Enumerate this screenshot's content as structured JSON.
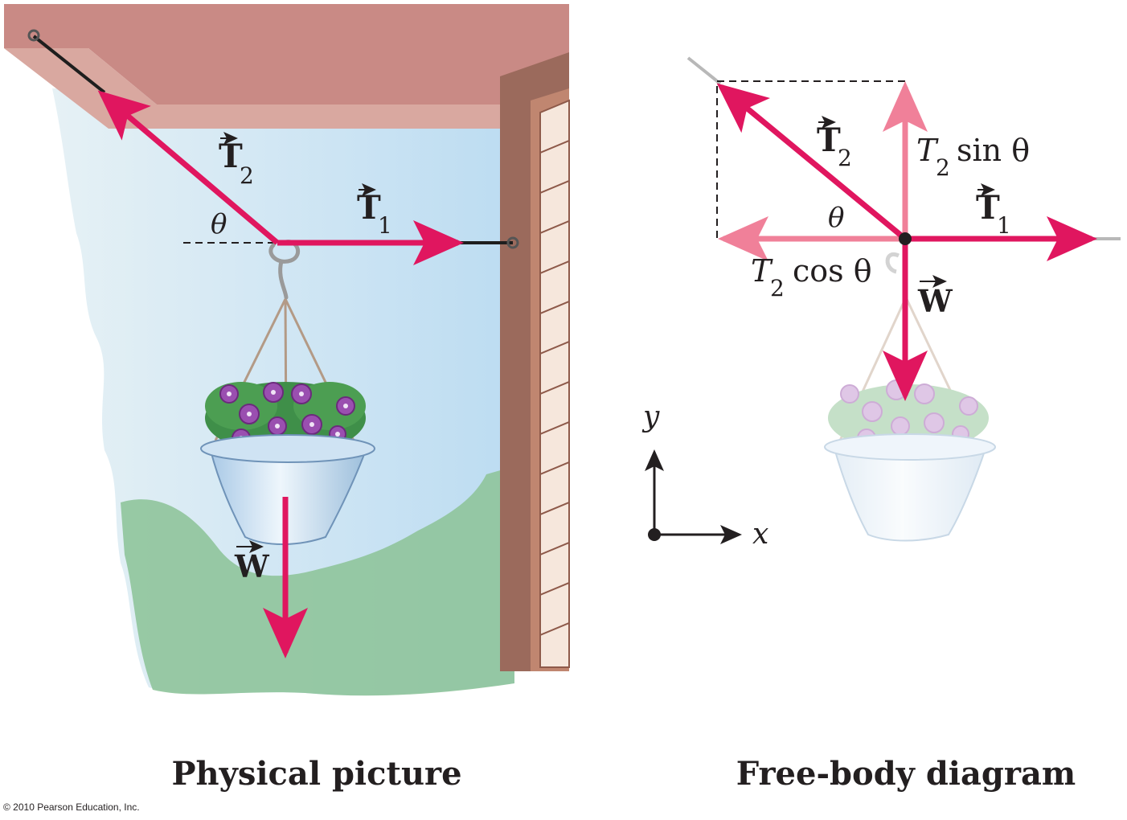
{
  "panels": {
    "left_caption": "Physical picture",
    "right_caption": "Free-body diagram"
  },
  "labels": {
    "t2": "T",
    "t2_sub": "2",
    "t1": "T",
    "t1_sub": "1",
    "w": "W",
    "theta": "θ",
    "t2_sin": "sin θ",
    "t2_cos": "cos θ",
    "axis_x": "x",
    "axis_y": "y"
  },
  "copyright": "© 2010 Pearson Education, Inc.",
  "colors": {
    "force_arrow": "#e0165f",
    "component_arrow": "#f08099",
    "roof": "#c98a85",
    "sky": "#c8e2f4",
    "grass": "#8fc49b",
    "wall": "#9b6a5c"
  }
}
